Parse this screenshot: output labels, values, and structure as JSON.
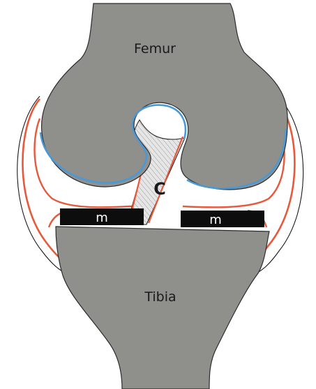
{
  "labels": {
    "femur": "Femur",
    "tibia": "Tibia",
    "cruciate": "C",
    "meniscus_left": "m",
    "meniscus_right": "m"
  },
  "colors": {
    "bone": "#8f8f8b",
    "bone_outline": "#2b2b2b",
    "synovial_red": "#e8583a",
    "synovial_blue": "#4a98d6",
    "meniscus": "#0d0d0d",
    "ligament_fill": "#dcdcdc"
  }
}
